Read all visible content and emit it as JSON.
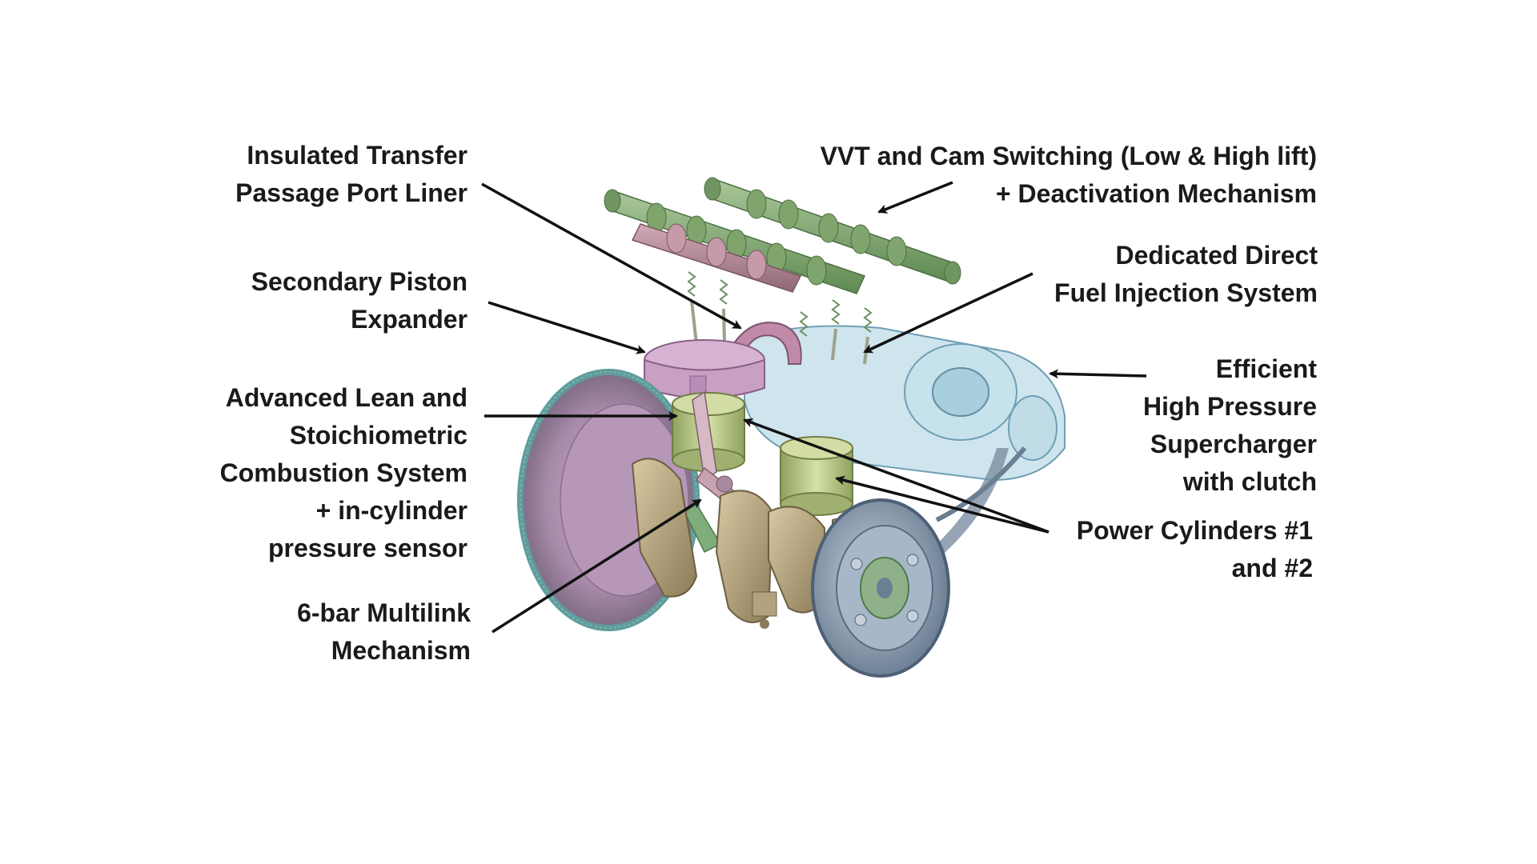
{
  "labels": {
    "insulated_transfer": [
      "Insulated Transfer",
      "Passage Port Liner"
    ],
    "secondary_piston": [
      "Secondary Piston",
      "Expander"
    ],
    "advanced_lean": [
      "Advanced Lean and",
      "Stoichiometric",
      "Combustion System",
      "+ in-cylinder",
      "pressure sensor"
    ],
    "multilink": [
      "6-bar Multilink",
      "Mechanism"
    ],
    "vvt": [
      "VVT and Cam Switching (Low & High lift)",
      "+ Deactivation Mechanism"
    ],
    "fuel_injection": [
      "Dedicated Direct",
      "Fuel Injection System"
    ],
    "supercharger": [
      "Efficient",
      "High Pressure",
      "Supercharger",
      "with clutch"
    ],
    "power_cylinders": [
      "Power Cylinders #1",
      "and #2"
    ]
  },
  "colors": {
    "camshaft_green": "#7fa56d",
    "cam_pink": "#b58a97",
    "piston_pink": "#c9a0c4",
    "cylinder_green": "#b9c98a",
    "crank_tan": "#b3a27d",
    "flywheel_purple": "#9d7f9f",
    "pulley_blue": "#8f9fb2",
    "supercharger_blue": "#a8d0df",
    "arrow": "#111111"
  }
}
